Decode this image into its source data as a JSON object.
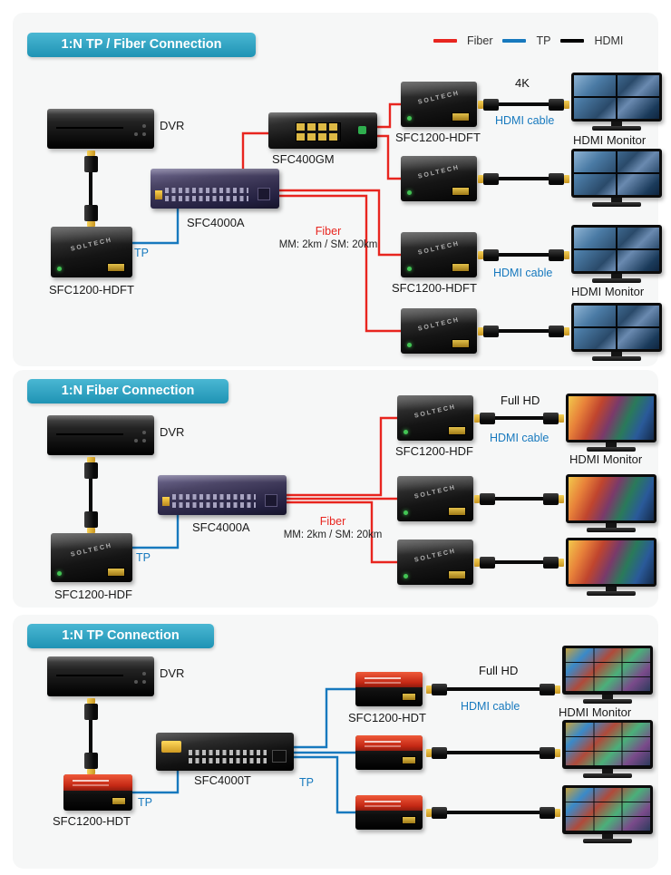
{
  "colors": {
    "fiber": "#e8251f",
    "tp": "#1779be",
    "hdmi": "#000000",
    "banner_light": "#4ab7d3",
    "banner_dark": "#1f93b4"
  },
  "legend": {
    "fiber": "Fiber",
    "tp": "TP",
    "hdmi": "HDMI"
  },
  "brand": "SOLTECH",
  "s1": {
    "title": "1:N TP / Fiber Connection",
    "dvr": "DVR",
    "left_converter": "SFC1200-HDFT",
    "tp": "TP",
    "switch_main": "SFC4000A",
    "switch_top": "SFC400GM",
    "fiber": "Fiber",
    "fiber_distance": "MM: 2km / SM: 20km",
    "right_converter_top": "SFC1200-HDFT",
    "right_converter_third": "SFC1200-HDFT",
    "quality": "4K",
    "hdmi_cable": "HDMI cable",
    "hdmi_monitor": "HDMI Monitor"
  },
  "s2": {
    "title": "1:N Fiber Connection",
    "dvr": "DVR",
    "left_converter": "SFC1200-HDF",
    "tp": "TP",
    "switch_main": "SFC4000A",
    "fiber": "Fiber",
    "fiber_distance": "MM: 2km / SM: 20km",
    "right_converter_top": "SFC1200-HDF",
    "quality": "Full HD",
    "hdmi_cable": "HDMI cable",
    "hdmi_monitor": "HDMI Monitor"
  },
  "s3": {
    "title": "1:N TP Connection",
    "dvr": "DVR",
    "left_converter": "SFC1200-HDT",
    "tp": "TP",
    "tp_right": "TP",
    "switch_main": "SFC4000T",
    "right_converter_top": "SFC1200-HDT",
    "quality": "Full HD",
    "hdmi_cable": "HDMI cable",
    "hdmi_monitor": "HDMI Monitor"
  }
}
